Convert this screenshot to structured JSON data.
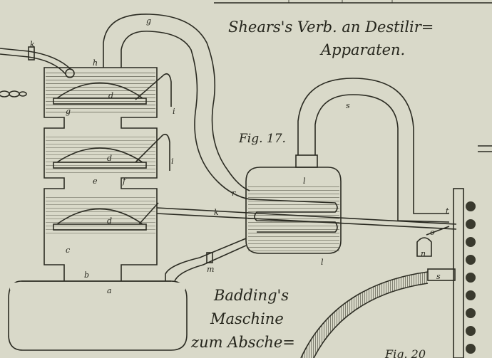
{
  "title": {
    "line1": "Shears's Verb. an Destilir=",
    "line2": "Apparaten."
  },
  "fig17_label": "Fig. 17.",
  "caption": {
    "line1": "Badding's",
    "line2": "Maschine",
    "line3": "zum Absche="
  },
  "fig20_label": "Fig. 20",
  "letters": {
    "g_top": "g",
    "k_left": "k",
    "h": "h",
    "i_top": "i",
    "i_mid": "i",
    "d1": "d",
    "d2": "d",
    "d3": "d",
    "g_low": "g",
    "e": "e",
    "f": "f",
    "c": "c",
    "b": "b",
    "a": "a",
    "l_top": "l",
    "l_bot": "l",
    "r": "r",
    "s": "s",
    "k_tube": "k",
    "m": "m",
    "n": "n",
    "o": "o",
    "t": "t",
    "s_low": "s"
  },
  "colors": {
    "paper": "#d9d9c9",
    "ink": "#2b2b22"
  }
}
